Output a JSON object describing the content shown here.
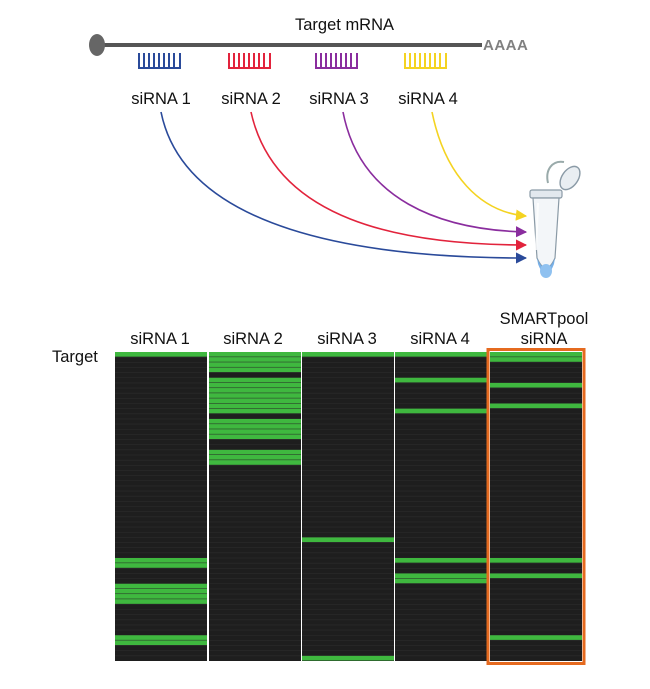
{
  "diagram": {
    "mrna_label": "Target mRNA",
    "poly_a_tail": "AAAA",
    "sirnas": [
      {
        "label": "siRNA 1",
        "color": "#2a4a9a"
      },
      {
        "label": "siRNA 2",
        "color": "#e2233c"
      },
      {
        "label": "siRNA 3",
        "color": "#8a2d9e"
      },
      {
        "label": "siRNA 4",
        "color": "#f4d321"
      }
    ],
    "tube_icon": "microcentrifuge-tube-icon"
  },
  "heatmap": {
    "row_label": "Target",
    "columns": [
      {
        "label": "siRNA 1"
      },
      {
        "label": "siRNA 2"
      },
      {
        "label": "siRNA 3"
      },
      {
        "label": "siRNA 4"
      },
      {
        "label_line1": "SMARTpool",
        "label_line2": "siRNA",
        "highlighted": true
      }
    ],
    "colors": {
      "background": "#1e1e1e",
      "hit": "#3fb83f",
      "highlight_border": "#e56a1f"
    },
    "n_rows": 60,
    "hit_rows": [
      [
        0,
        40,
        41,
        45,
        46,
        47,
        48,
        55,
        56
      ],
      [
        0,
        1,
        2,
        3,
        5,
        6,
        7,
        8,
        9,
        10,
        11,
        13,
        14,
        15,
        16,
        19,
        20,
        21
      ],
      [
        0,
        36,
        59
      ],
      [
        0,
        5,
        11,
        40,
        43,
        44
      ],
      [
        0,
        1,
        6,
        10,
        40,
        43,
        55
      ]
    ]
  }
}
